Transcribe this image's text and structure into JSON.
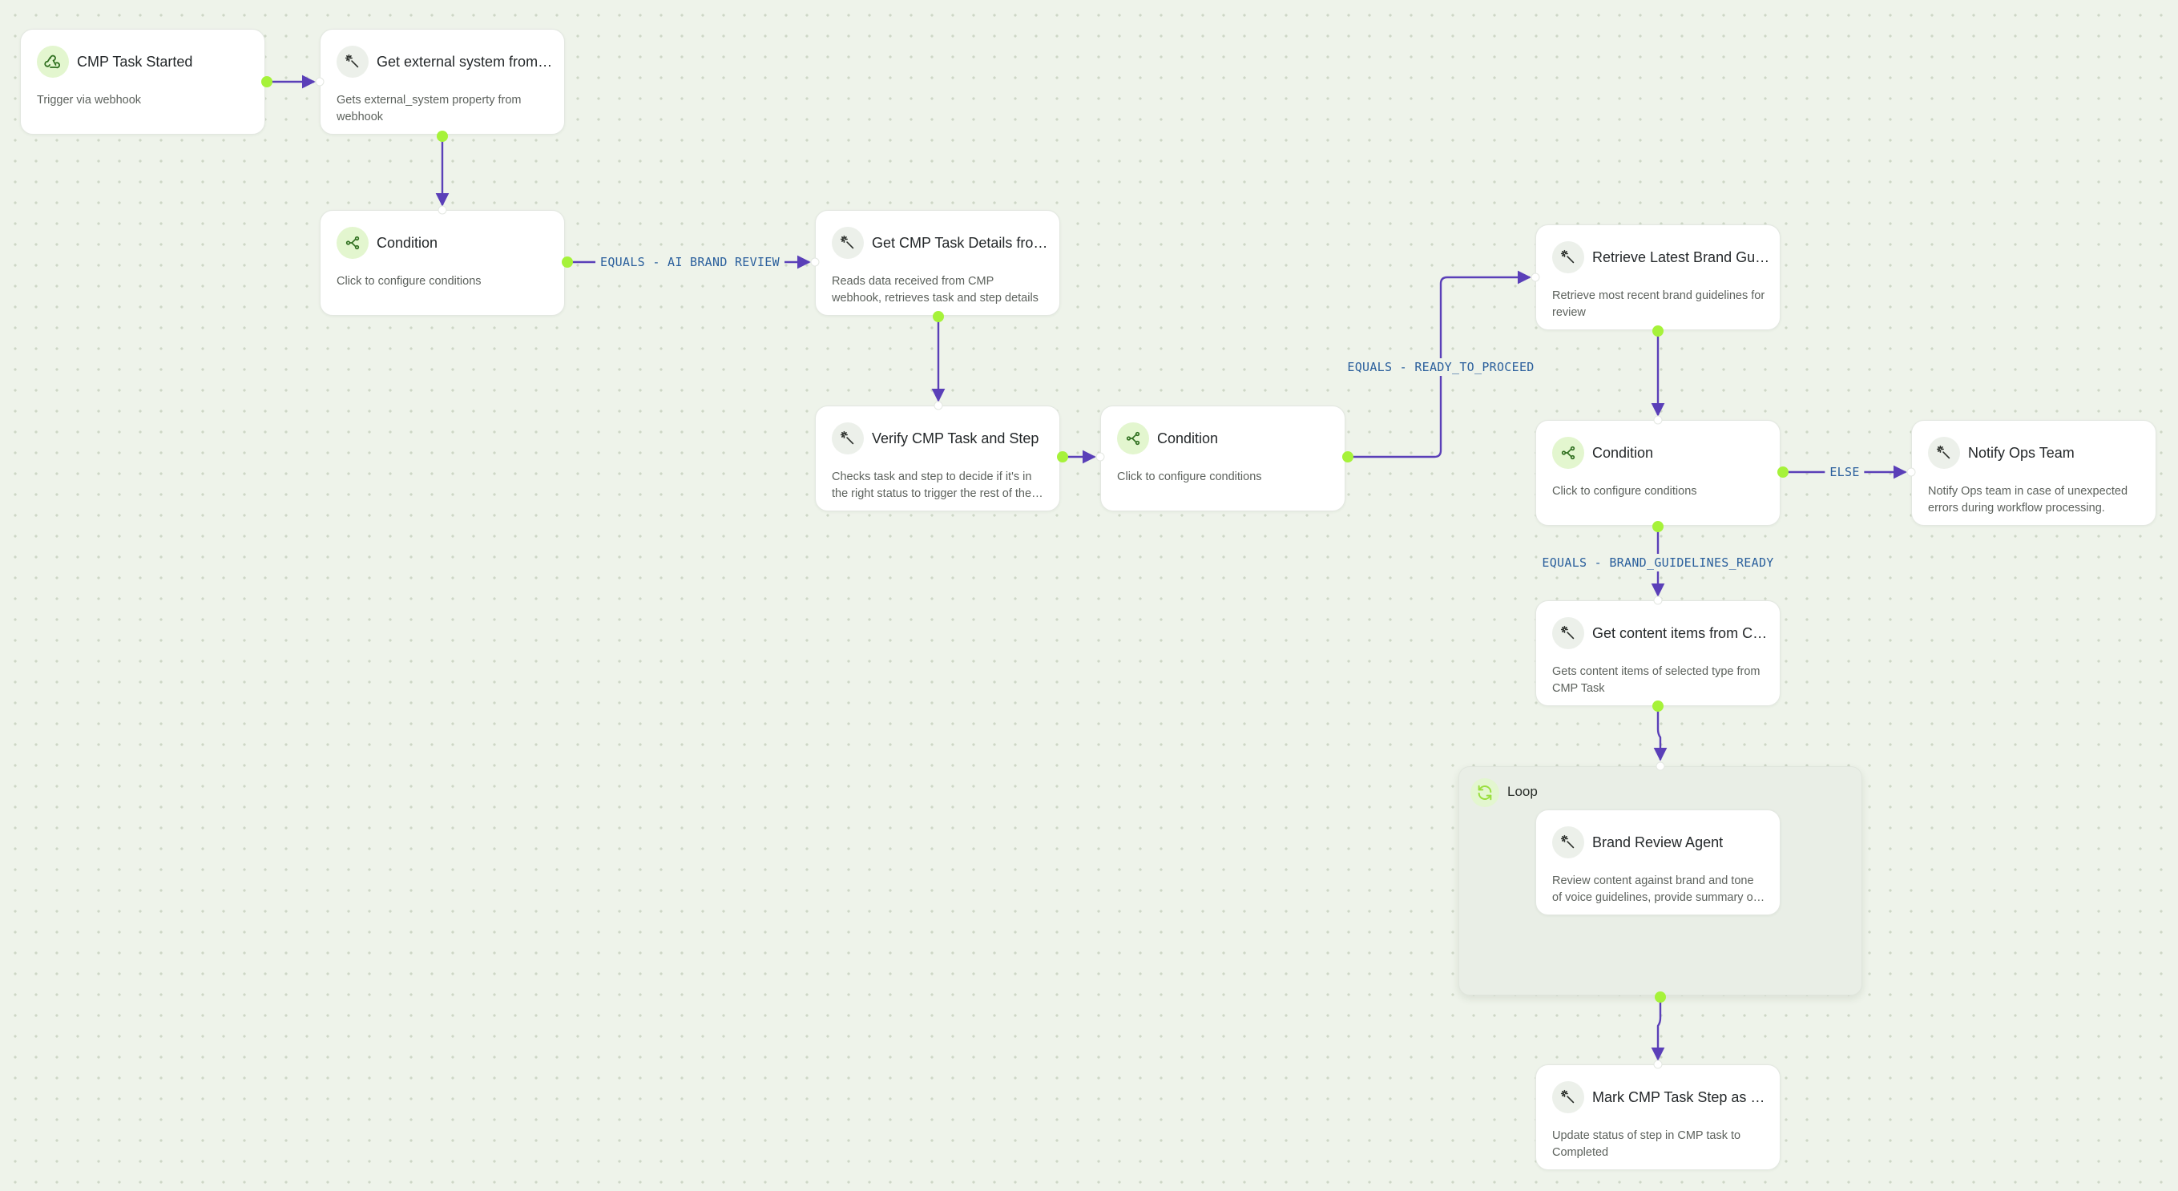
{
  "colors": {
    "canvas_background": "#eef3ea",
    "node_background": "#ffffff",
    "edge": "#5a3fb8",
    "handle": "#a6f23a",
    "edge_label_text": "#2a5f9c",
    "trigger_icon_background": "#e3f6cf",
    "condition_icon_background": "#e3f6cf",
    "action_icon_background": "#ecf0ea"
  },
  "nodes": {
    "cmp_task_started": {
      "title": "CMP Task Started",
      "description": "Trigger via webhook",
      "icon": "webhook-icon"
    },
    "get_external_system": {
      "title": "Get external system from webhook",
      "description": "Gets external_system property from webhook",
      "icon": "magic-wand-icon"
    },
    "condition_1": {
      "title": "Condition",
      "description": "Click to configure conditions",
      "icon": "branch-icon"
    },
    "get_cmp_task_details": {
      "title": "Get CMP Task Details from webhook",
      "description": "Reads data received from CMP webhook, retrieves task and step details",
      "icon": "magic-wand-icon"
    },
    "verify_cmp_task": {
      "title": "Verify CMP Task and Step",
      "description": "Checks task and step to decide if it's in the right status to trigger the rest of the workflow",
      "icon": "magic-wand-icon"
    },
    "condition_2": {
      "title": "Condition",
      "description": "Click to configure conditions",
      "icon": "branch-icon"
    },
    "retrieve_brand_guidelines": {
      "title": "Retrieve Latest Brand Guidelines",
      "description": "Retrieve most recent brand guidelines for review",
      "icon": "magic-wand-icon"
    },
    "condition_3": {
      "title": "Condition",
      "description": "Click to configure conditions",
      "icon": "branch-icon"
    },
    "notify_ops_team": {
      "title": "Notify Ops Team",
      "description": "Notify Ops team in case of unexpected errors during workflow processing.",
      "icon": "magic-wand-icon"
    },
    "get_content_items": {
      "title": "Get content items from CMP Task",
      "description": "Gets content items of selected type from CMP Task",
      "icon": "magic-wand-icon"
    },
    "brand_review_agent": {
      "title": "Brand Review Agent",
      "description": "Review content against brand and tone of voice guidelines, provide summary of findings",
      "icon": "magic-wand-icon"
    },
    "mark_cmp_task_step": {
      "title": "Mark CMP Task Step as Completed",
      "description": "Update status of step in CMP task to Completed",
      "icon": "magic-wand-icon"
    }
  },
  "loop": {
    "title": "Loop",
    "icon": "loop-icon"
  },
  "edge_labels": {
    "ai_brand_review": "EQUALS - AI BRAND REVIEW",
    "ready_to_proceed": "EQUALS - READY_TO_PROCEED",
    "else": "ELSE",
    "brand_guidelines_ready": "EQUALS - BRAND_GUIDELINES_READY"
  }
}
